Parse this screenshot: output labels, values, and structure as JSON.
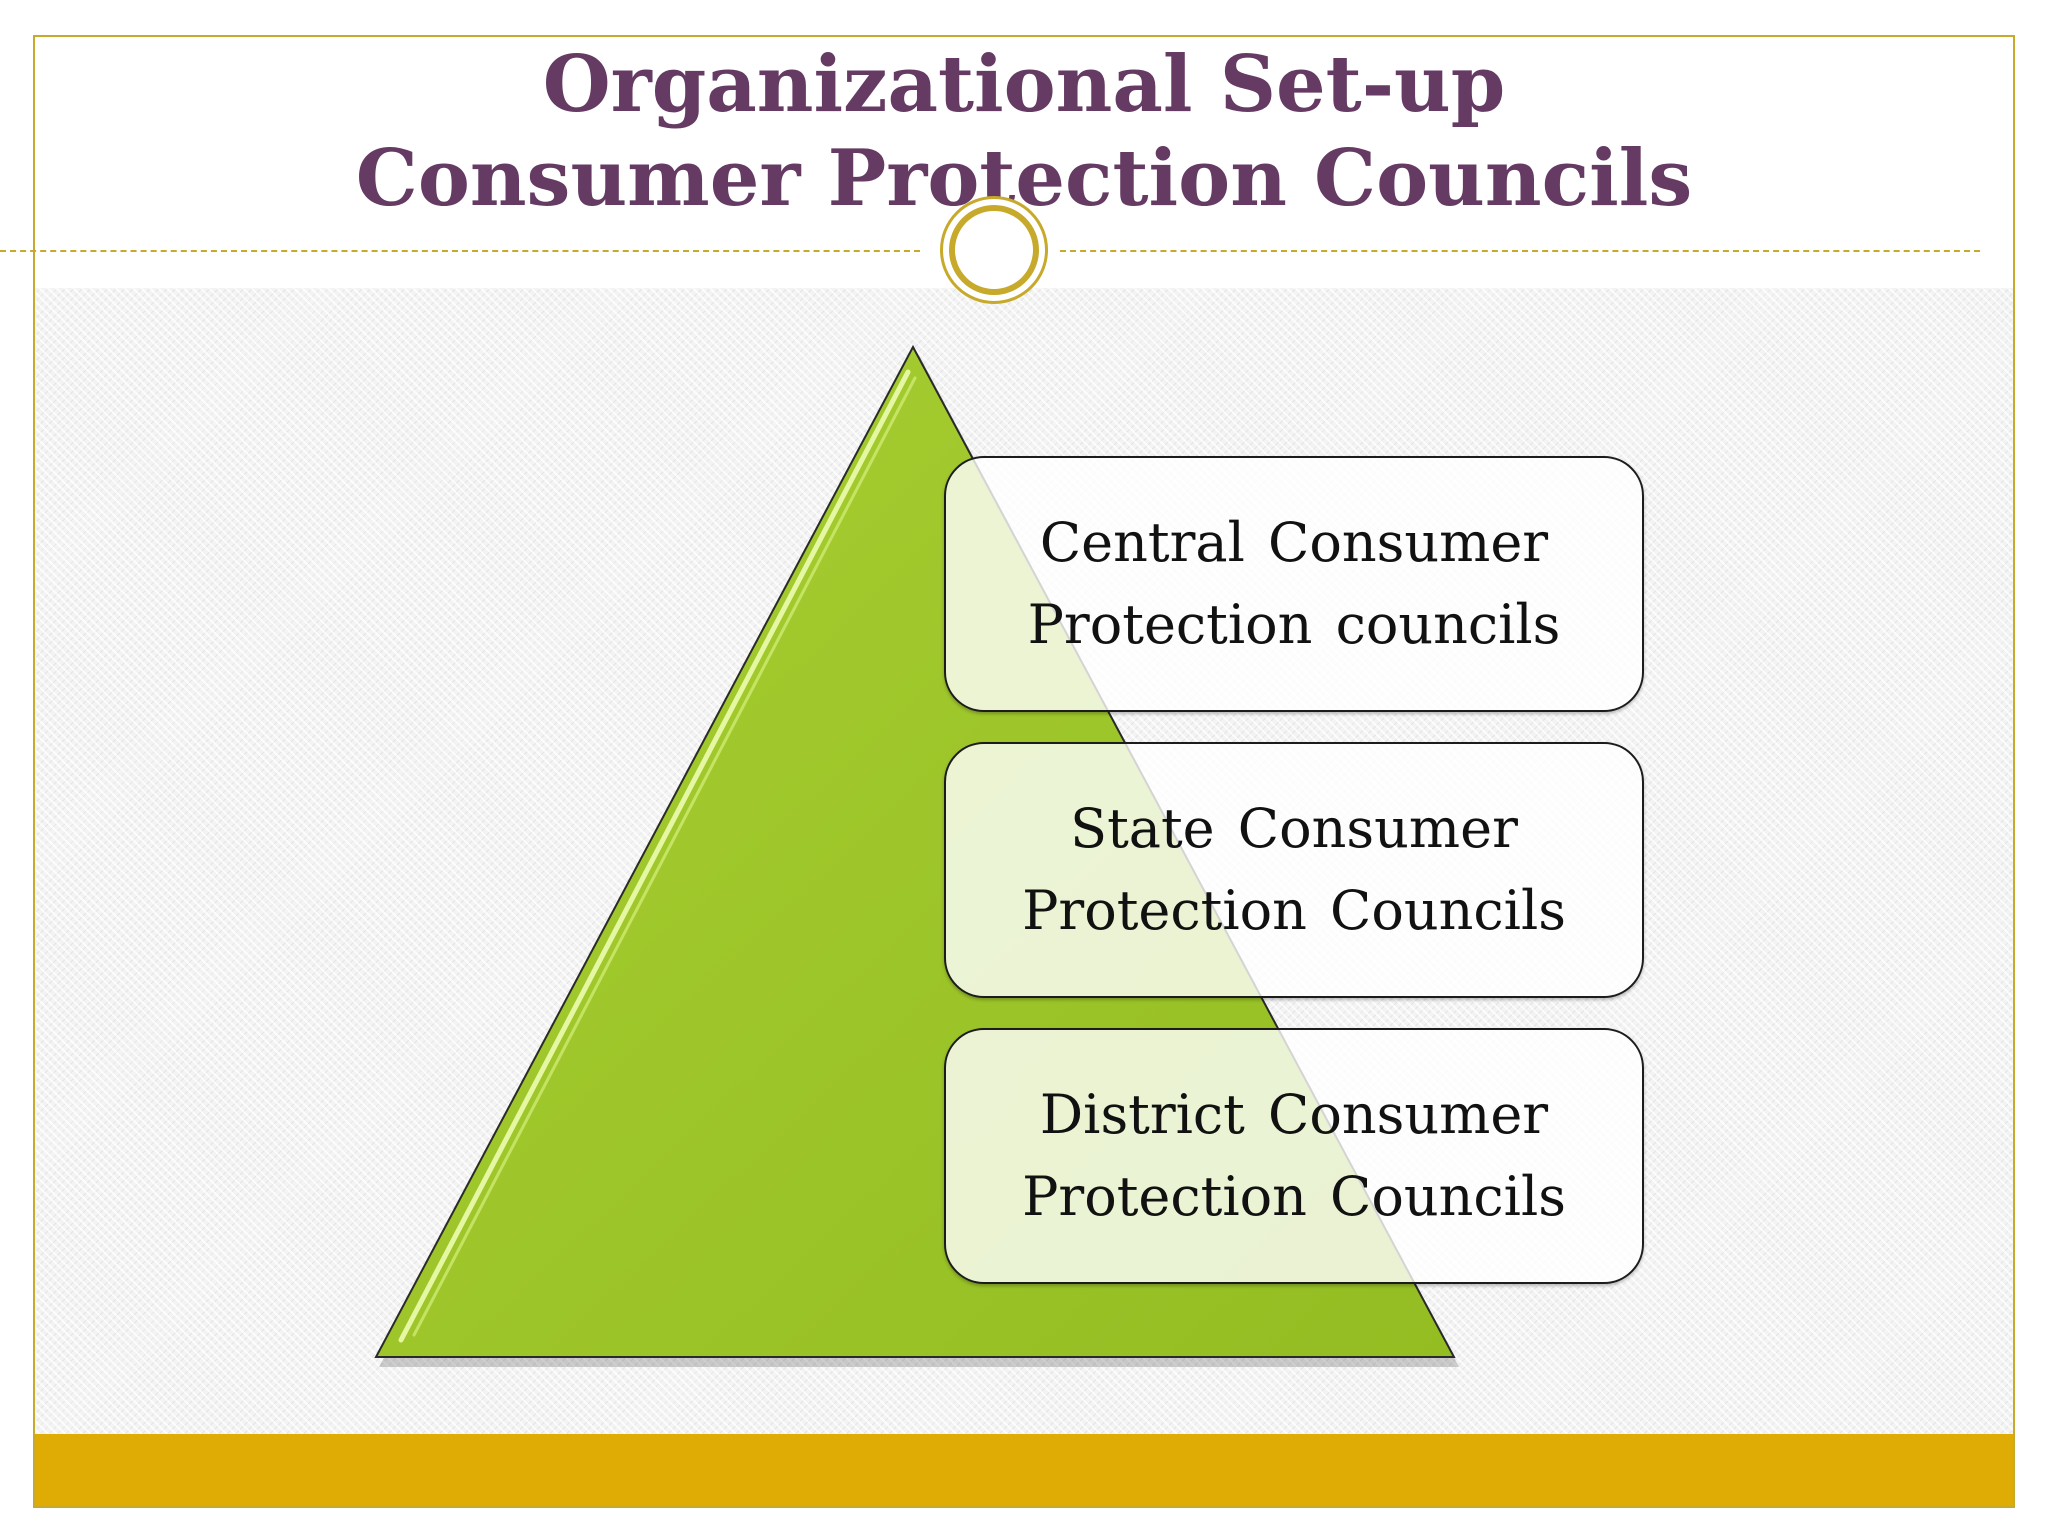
{
  "slide": {
    "title_line1": "Organizational Set-up",
    "title_line2": "Consumer Protection Councils"
  },
  "diagram": {
    "type": "pyramid",
    "levels": [
      {
        "label": "Central  Consumer\nProtection  councils"
      },
      {
        "label": "State  Consumer\nProtection Councils"
      },
      {
        "label": "District  Consumer\nProtection  Councils"
      }
    ]
  },
  "colors": {
    "title": "#653a63",
    "accent_gold": "#c7a92b",
    "footer_band": "#dfab05",
    "pyramid_fill": "#9bc62a"
  }
}
